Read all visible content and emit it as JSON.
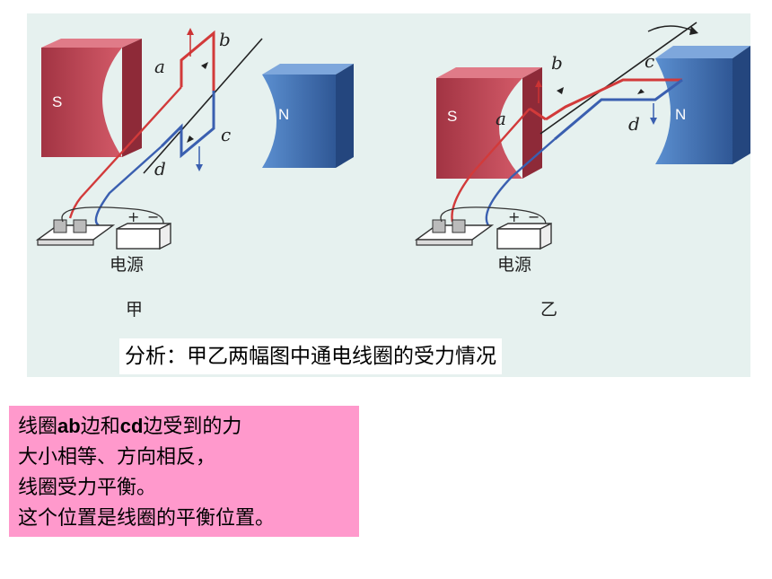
{
  "figure_a": {
    "labels": {
      "a": "a",
      "b": "b",
      "c": "c",
      "d": "d"
    },
    "pole_s": "S",
    "pole_n": "N",
    "plus": "+",
    "minus": "−",
    "power_label": "电源",
    "caption": "甲"
  },
  "figure_b": {
    "labels": {
      "a": "a",
      "b": "b",
      "c": "c",
      "d": "d"
    },
    "pole_s": "S",
    "pole_n": "N",
    "plus": "+",
    "minus": "−",
    "power_label": "电源",
    "caption": "乙"
  },
  "analysis_caption": "分析：甲乙两幅图中通电线圈的受力情况",
  "conclusion": {
    "line1_a": "线圈",
    "line1_b": "ab",
    "line1_c": "边和",
    "line1_d": "cd",
    "line1_e": "边受到的力",
    "line2": "大小相等、方向相反，",
    "line3": "线圈受力平衡。",
    "line4": "这个位置是线圈的平衡位置。"
  },
  "colors": {
    "panel_bg": "#e6f1ef",
    "magnet_s": "#b8404f",
    "magnet_n": "#3f6aa8",
    "wire_red": "#d23a3a",
    "wire_blue": "#3a5fb0",
    "conclusion_bg": "#ff99cc"
  }
}
